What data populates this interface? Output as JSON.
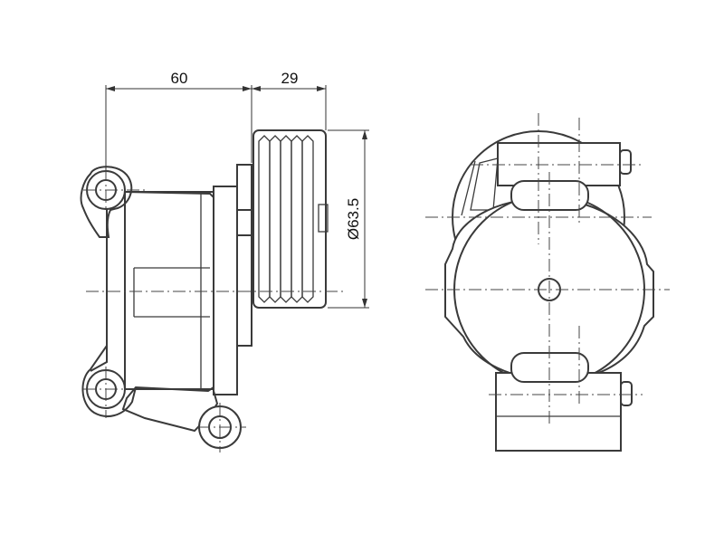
{
  "dimensions": {
    "width_a": "60",
    "width_b": "29",
    "pulley_diameter": "Ø63.5"
  },
  "colors": {
    "line": "#3a3a3a",
    "background": "#ffffff"
  }
}
